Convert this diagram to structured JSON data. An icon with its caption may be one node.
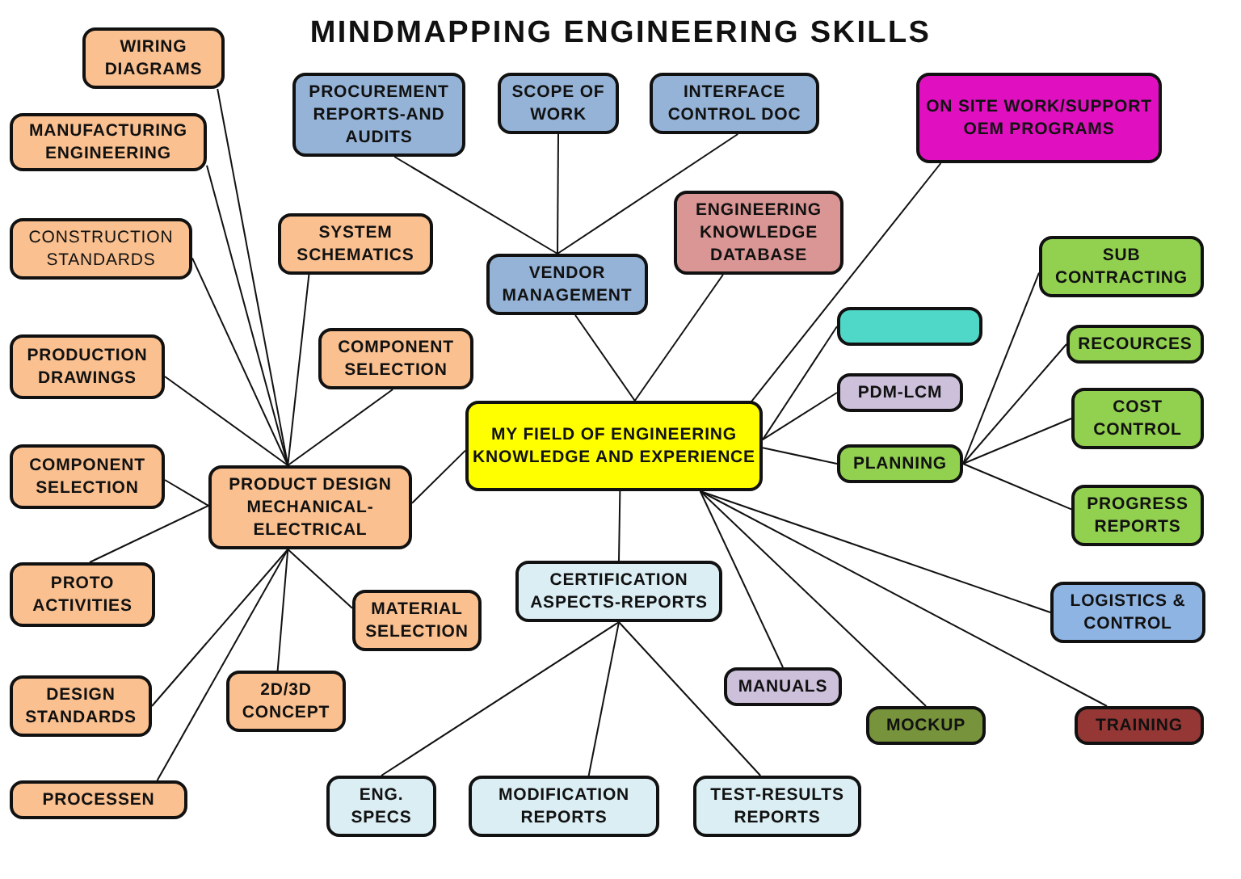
{
  "diagram": {
    "title": "MINDMAPPING ENGINEERING SKILLS",
    "nodes": [
      {
        "text": [
          "MY FIELD OF ENGINEERING KNOWLEDGE AND EXPERIENCE"
        ]
      },
      {
        "text": [
          "PRODUCT DESIGN MECHANICAL-ELECTRICAL"
        ]
      },
      {
        "text": [
          "WIRING DIAGRAMS"
        ]
      },
      {
        "text": [
          "MANUFACTURING ENGINEERING"
        ]
      },
      {
        "text": [
          "CONSTRUCTION STANDARDS"
        ]
      },
      {
        "text": [
          "SYSTEM SCHEMATICS"
        ]
      },
      {
        "text": [
          "PRODUCTION DRAWINGS"
        ]
      },
      {
        "text": [
          "COMPONENT SELECTION"
        ]
      },
      {
        "text": [
          "COMPONENT SELECTION"
        ]
      },
      {
        "text": [
          "PROTO ACTIVITIES"
        ]
      },
      {
        "text": [
          "MATERIAL SELECTION"
        ]
      },
      {
        "text": [
          "DESIGN STANDARDS"
        ]
      },
      {
        "text": [
          "2D/3D CONCEPT"
        ]
      },
      {
        "text": [
          "PROCESSEN"
        ]
      },
      {
        "text": [
          "VENDOR MANAGEMENT"
        ]
      },
      {
        "text": [
          "PROCUREMENT REPORTS-AND AUDITS"
        ]
      },
      {
        "text": [
          "SCOPE OF WORK"
        ]
      },
      {
        "text": [
          "INTERFACE CONTROL DOC"
        ]
      },
      {
        "text": [
          "ENGINEERING KNOWLEDGE DATABASE"
        ]
      },
      {
        "text": [
          "ON SITE WORK/SUPPORT OEM PROGRAMS"
        ]
      },
      {
        "text": [],
        "shape": "box"
      },
      {
        "text": [
          "PDM-LCM"
        ]
      },
      {
        "text": [
          "PLANNING"
        ]
      },
      {
        "text": [
          "SUB CONTRACTING"
        ]
      },
      {
        "text": [
          "RECOURCES"
        ]
      },
      {
        "text": [
          "COST CONTROL"
        ]
      },
      {
        "text": [
          "PROGRESS REPORTS"
        ]
      },
      {
        "text": [
          "LOGISTICS & CONTROL"
        ]
      },
      {
        "text": [
          "TRAINING"
        ]
      },
      {
        "text": [
          "MOCKUP"
        ]
      },
      {
        "text": [
          "MANUALS"
        ]
      },
      {
        "text": [
          "CERTIFICATION ASPECTS-REPORTS"
        ]
      },
      {
        "text": [
          "ENG. SPECS"
        ]
      },
      {
        "text": [
          "MODIFICATION REPORTS"
        ]
      },
      {
        "text": [
          "TEST-RESULTS REPORTS"
        ]
      }
    ],
    "edges": [
      {
        "from": 0,
        "to": 1,
        "arrow": "none"
      },
      {
        "from": 1,
        "to": 2,
        "arrow": "none"
      },
      {
        "from": 1,
        "to": 3,
        "arrow": "none"
      },
      {
        "from": 1,
        "to": 4,
        "arrow": "none"
      },
      {
        "from": 1,
        "to": 5,
        "arrow": "none"
      },
      {
        "from": 1,
        "to": 6,
        "arrow": "none"
      },
      {
        "from": 1,
        "to": 7,
        "arrow": "none"
      },
      {
        "from": 1,
        "to": 8,
        "arrow": "none"
      },
      {
        "from": 1,
        "to": 9,
        "arrow": "none"
      },
      {
        "from": 1,
        "to": 10,
        "arrow": "none"
      },
      {
        "from": 1,
        "to": 11,
        "arrow": "none"
      },
      {
        "from": 1,
        "to": 12,
        "arrow": "none"
      },
      {
        "from": 1,
        "to": 13,
        "arrow": "none"
      },
      {
        "from": 0,
        "to": 14,
        "arrow": "none"
      },
      {
        "from": 14,
        "to": 15,
        "arrow": "none"
      },
      {
        "from": 14,
        "to": 16,
        "arrow": "none"
      },
      {
        "from": 14,
        "to": 17,
        "arrow": "none"
      },
      {
        "from": 0,
        "to": 18,
        "arrow": "none"
      },
      {
        "from": 0,
        "to": 19,
        "arrow": "none"
      },
      {
        "from": 0,
        "to": 20,
        "arrow": "none"
      },
      {
        "from": 0,
        "to": 21,
        "arrow": "none"
      },
      {
        "from": 0,
        "to": 22,
        "arrow": "none"
      },
      {
        "from": 22,
        "to": 23,
        "arrow": "none"
      },
      {
        "from": 22,
        "to": 24,
        "arrow": "none"
      },
      {
        "from": 22,
        "to": 25,
        "arrow": "none"
      },
      {
        "from": 22,
        "to": 26,
        "arrow": "none"
      },
      {
        "from": 0,
        "to": 27,
        "arrow": "none"
      },
      {
        "from": 0,
        "to": 28,
        "arrow": "none"
      },
      {
        "from": 0,
        "to": 29,
        "arrow": "none"
      },
      {
        "from": 0,
        "to": 30,
        "arrow": "none"
      },
      {
        "from": 0,
        "to": 31,
        "arrow": "none"
      },
      {
        "from": 31,
        "to": 32,
        "arrow": "none"
      },
      {
        "from": 31,
        "to": 33,
        "arrow": "none"
      },
      {
        "from": 31,
        "to": 34,
        "arrow": "none"
      }
    ]
  }
}
